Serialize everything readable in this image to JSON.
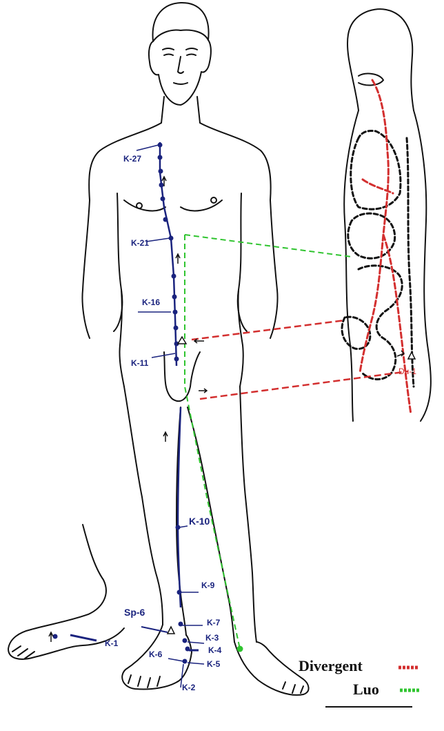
{
  "colors": {
    "outline": "#111111",
    "kidney_channel": "#1a237e",
    "point_label": "#1a237e",
    "divergent": "#d32f2f",
    "luo": "#2fc42f",
    "background": "#ffffff"
  },
  "points": {
    "k27": "K-27",
    "k21": "K-21",
    "k16": "K-16",
    "k11": "K-11",
    "k10": "K-10",
    "k9": "K-9",
    "k7": "K-7",
    "k6": "K-6",
    "k5": "K-5",
    "k4": "K-4",
    "k3": "K-3",
    "k2": "K-2",
    "k1": "K-1",
    "sp6": "Sp-6",
    "du1": "Du-1"
  },
  "legend": {
    "divergent_label": "Divergent",
    "luo_label": "Luo"
  },
  "icons": [
    "arrow-icon"
  ]
}
